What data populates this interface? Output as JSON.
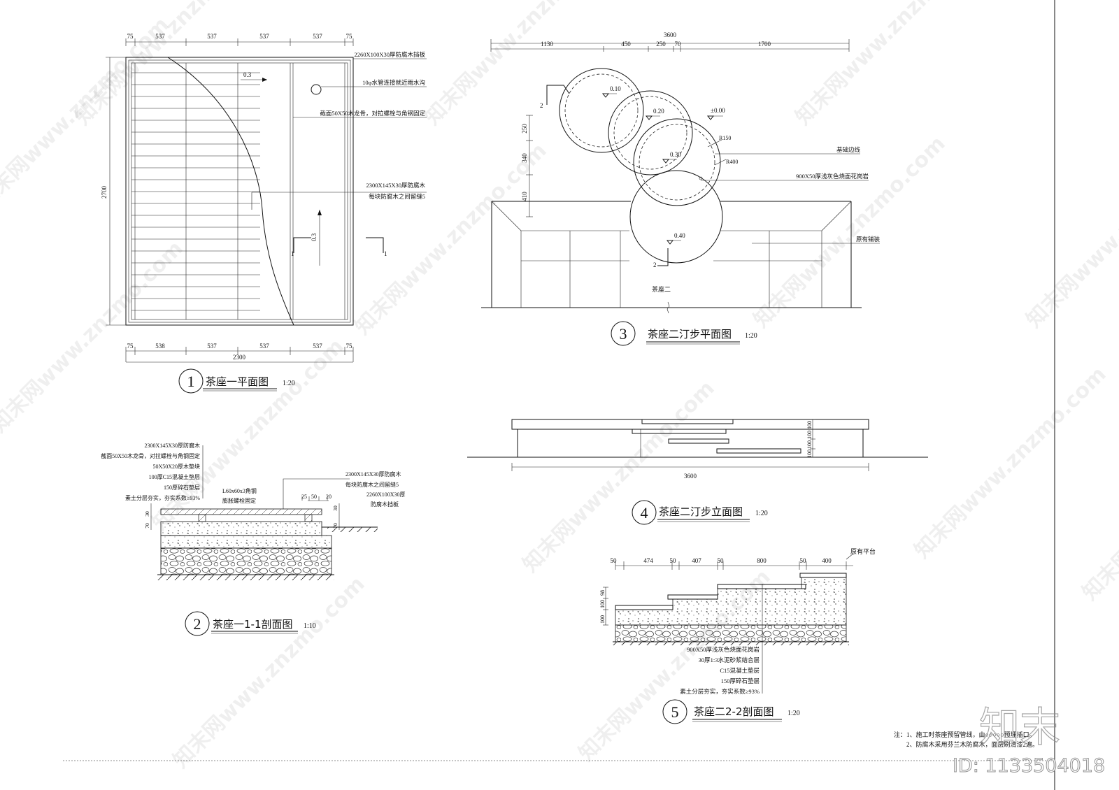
{
  "drawing1": {
    "dims_top": [
      "75",
      "537",
      "537",
      "537",
      "537",
      "75"
    ],
    "dims_bottom": [
      "75",
      "538",
      "537",
      "537",
      "537",
      "75"
    ],
    "total_width": "2300",
    "total_height": "2700",
    "slope_a": "0.3",
    "slope_b": "0.3",
    "section_mark": "1",
    "notes": [
      "2260X100X30厚防腐木挡板",
      "10φ水管连接就近雨水沟",
      "截面50X50木龙骨，对拉螺栓与角钢固定",
      "2300X145X30厚防腐木",
      "每块防腐木之间留缝5"
    ],
    "num": "1",
    "title": "茶座一平面图",
    "scale": "1:20"
  },
  "drawing2": {
    "notes_left": [
      "2300X145X30厚防腐木",
      "截面50X50木龙骨，对拉螺栓与角钢固定",
      "50X50X20厚木垫块",
      "100厚C15混凝土垫层",
      "150厚碎石垫层",
      "素土分层夯实，夯实系数≥93%"
    ],
    "notes_mid": [
      "L60x60x3角钢",
      "膨胀螺栓固定"
    ],
    "notes_right": [
      "2300X145X30厚防腐木",
      "每块防腐木之间留缝5",
      "2260X100X30厚",
      "防腐木挡板"
    ],
    "dims_small": [
      "25",
      "50",
      "20",
      "30",
      "70",
      "70",
      "30"
    ],
    "num": "2",
    "title": "茶座一1-1剖面图",
    "scale": "1:10"
  },
  "drawing3": {
    "total": "3600",
    "dims": [
      "1130",
      "450",
      "250",
      "70",
      "1700"
    ],
    "vdims": [
      "250",
      "340",
      "410"
    ],
    "levels": [
      "0.10",
      "0.20",
      "0.30",
      "0.40",
      "±0.00"
    ],
    "radii": [
      "R150",
      "R400"
    ],
    "notes": [
      "基础边线",
      "900X50厚浅灰色烧面花岗岩",
      "原有铺装"
    ],
    "label_inside": "茶座二",
    "section_mark": "2",
    "num": "3",
    "title": "茶座二汀步平面图",
    "scale": "1:20"
  },
  "drawing4": {
    "total": "3600",
    "vdims": [
      "100",
      "100",
      "100",
      "100"
    ],
    "num": "4",
    "title": "茶座二汀步立面图",
    "scale": "1:20"
  },
  "drawing5": {
    "dims": [
      "50",
      "474",
      "50",
      "407",
      "50",
      "800",
      "50",
      "400"
    ],
    "existing": "原有平台",
    "vdims": [
      "100",
      "100",
      "98"
    ],
    "notes": [
      "900X50厚浅灰色烧面花岗岩",
      "30厚1:3水泥砂浆结合层",
      "C15混凝土垫层",
      "150厚碎石垫层",
      "素土分层夯实，夯实系数≥93%"
    ],
    "num": "5",
    "title": "茶座二2-2剖面图",
    "scale": "1:20"
  },
  "notes_footer": [
    "注：1、施工时茶座预留管线，由○○○○○预埋插口。",
    "2、防腐木采用芬兰木防腐木，面层刷清漆2遍。"
  ],
  "watermark": "知末网www.znzmo.com",
  "brand": "知末",
  "id_label": "ID: 1133504018"
}
